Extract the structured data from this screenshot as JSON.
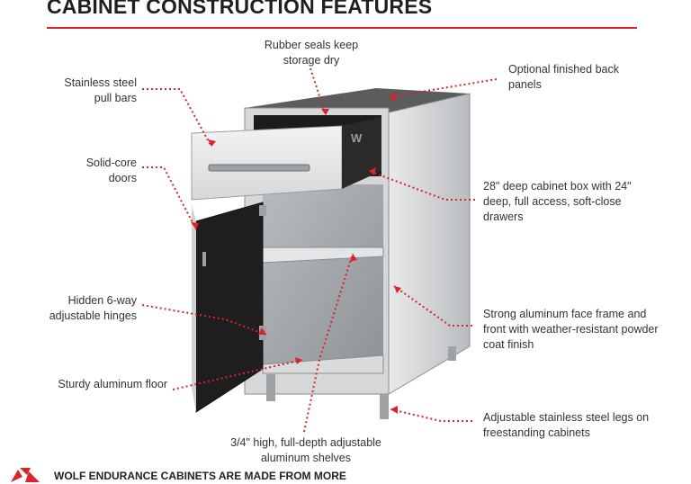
{
  "title": "CABINET CONSTRUCTION FEATURES",
  "colors": {
    "accent": "#d8242a",
    "steel": "#c9cbcd",
    "dark_panel": "#222222"
  },
  "callouts": {
    "rubber_seals": "Rubber seals keep storage dry",
    "back_panels": "Optional finished back panels",
    "pull_bars": "Stainless steel pull bars",
    "doors": "Solid-core doors",
    "cabinet_box": "28\" deep cabinet box with 24\" deep, full access, soft-close drawers",
    "hinges": "Hidden 6-way adjustable hinges",
    "face_frame": "Strong aluminum face frame and front with weather-resistant powder coat finish",
    "floor": "Sturdy aluminum floor",
    "legs": "Adjustable stainless steel legs on freestanding cabinets",
    "shelves": "3/4\" high, full-depth adjustable aluminum shelves"
  },
  "footer": "WOLF ENDURANCE CABINETS ARE MADE FROM MORE",
  "icons": {
    "logo": "recycle-icon"
  }
}
